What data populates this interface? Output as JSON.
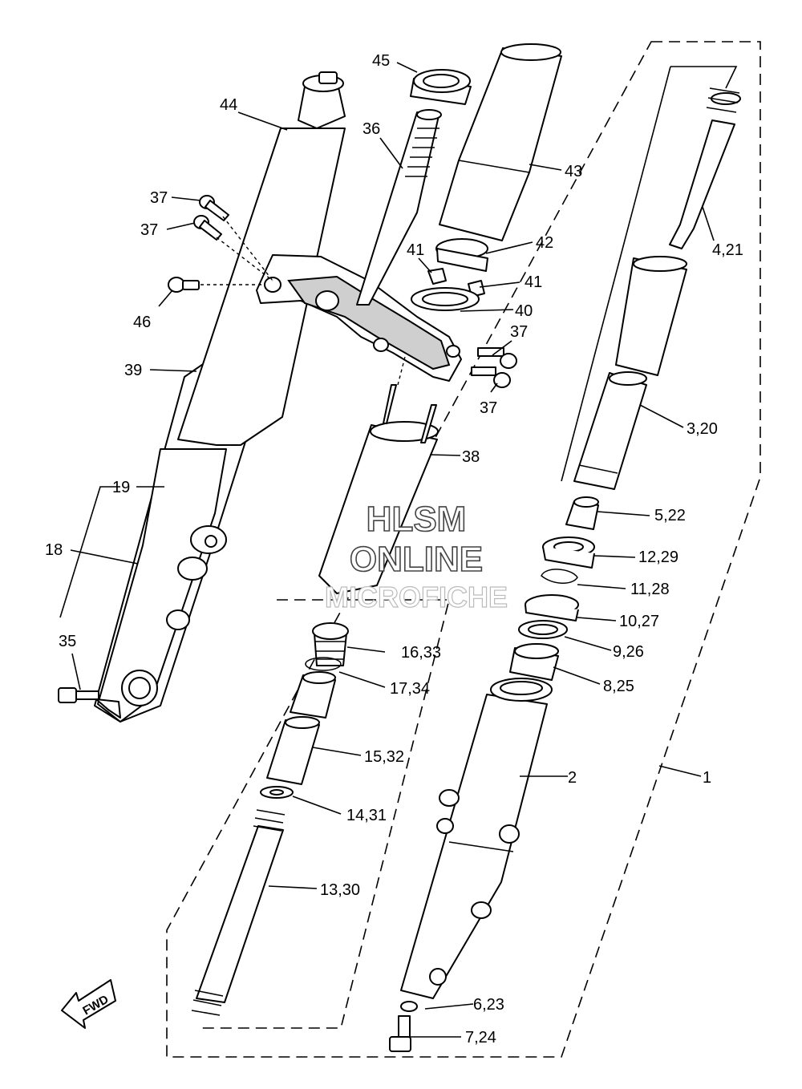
{
  "watermark": {
    "line1": "HLSM",
    "line2": "ONLINE",
    "line3": "MICROFICHE"
  },
  "fwd_label": "FWD",
  "callouts": {
    "c1": "1",
    "c2": "2",
    "c3_20": "3,20",
    "c4_21": "4,21",
    "c5_22": "5,22",
    "c6_23": "6,23",
    "c7_24": "7,24",
    "c8_25": "8,25",
    "c9_26": "9,26",
    "c10_27": "10,27",
    "c11_28": "11,28",
    "c12_29": "12,29",
    "c13_30": "13,30",
    "c14_31": "14,31",
    "c15_32": "15,32",
    "c16_33": "16,33",
    "c17_34": "17,34",
    "c18": "18",
    "c19": "19",
    "c35": "35",
    "c36": "36",
    "c37a": "37",
    "c37b": "37",
    "c37c": "37",
    "c37d": "37",
    "c38": "38",
    "c39": "39",
    "c40": "40",
    "c41a": "41",
    "c41b": "41",
    "c42": "42",
    "c43": "43",
    "c44": "44",
    "c45": "45",
    "c46": "46"
  }
}
